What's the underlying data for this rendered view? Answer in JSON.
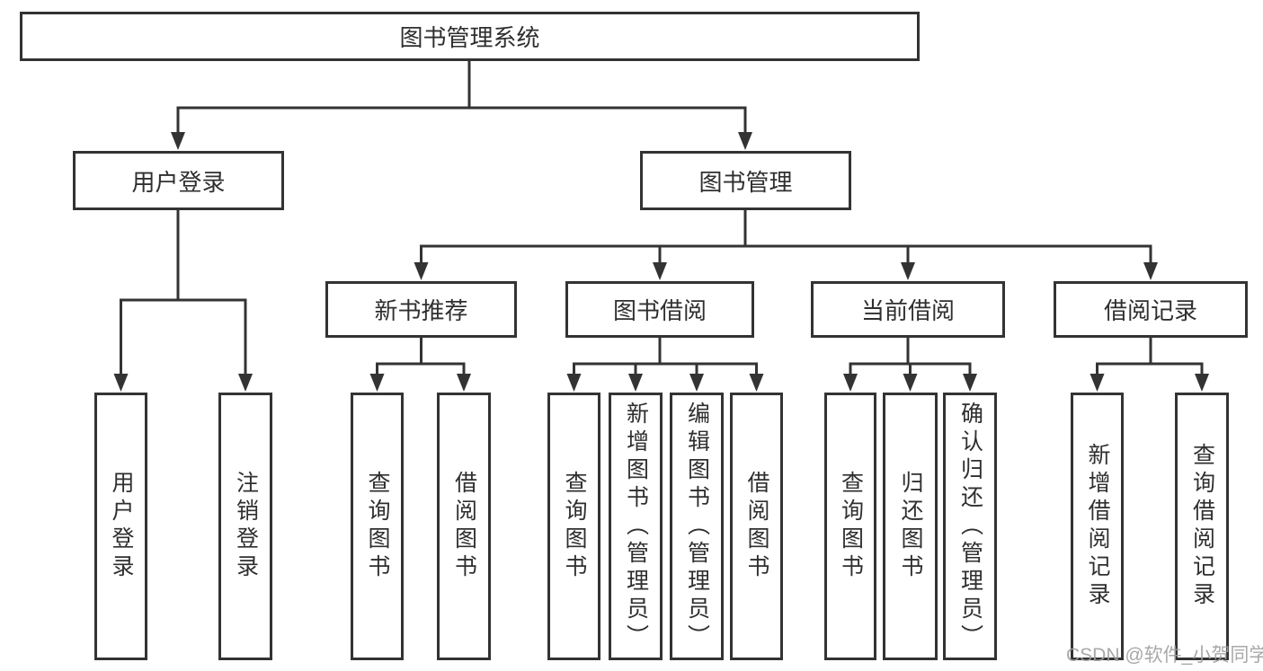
{
  "diagram_title": "图书管理系统",
  "colors": {
    "line": "#333333",
    "box_border": "#333333",
    "text": "#2f2f2f",
    "background": "#ffffff",
    "watermark": "#9e9e9e"
  },
  "tree": {
    "root": {
      "label": "图书管理系统"
    },
    "level2": [
      {
        "label": "用户登录"
      },
      {
        "label": "图书管理"
      }
    ],
    "level3": [
      {
        "label": "新书推荐",
        "parent": "图书管理"
      },
      {
        "label": "图书借阅",
        "parent": "图书管理"
      },
      {
        "label": "当前借阅",
        "parent": "图书管理"
      },
      {
        "label": "借阅记录",
        "parent": "图书管理"
      }
    ],
    "leaves": [
      {
        "label": "用户登录",
        "parent": "用户登录"
      },
      {
        "label": "注销登录",
        "parent": "用户登录"
      },
      {
        "label": "查询图书",
        "parent": "新书推荐"
      },
      {
        "label": "借阅图书",
        "parent": "新书推荐"
      },
      {
        "label": "查询图书",
        "parent": "图书借阅"
      },
      {
        "label": "新增图书（管理员）",
        "parent": "图书借阅"
      },
      {
        "label": "编辑图书（管理员）",
        "parent": "图书借阅"
      },
      {
        "label": "借阅图书",
        "parent": "图书借阅"
      },
      {
        "label": "查询图书",
        "parent": "当前借阅"
      },
      {
        "label": "归还图书",
        "parent": "当前借阅"
      },
      {
        "label": "确认归还（管理员）",
        "parent": "当前借阅"
      },
      {
        "label": "新增借阅记录",
        "parent": "借阅记录"
      },
      {
        "label": "查询借阅记录",
        "parent": "借阅记录"
      }
    ]
  },
  "watermark": "CSDN @软件_小贺同学"
}
